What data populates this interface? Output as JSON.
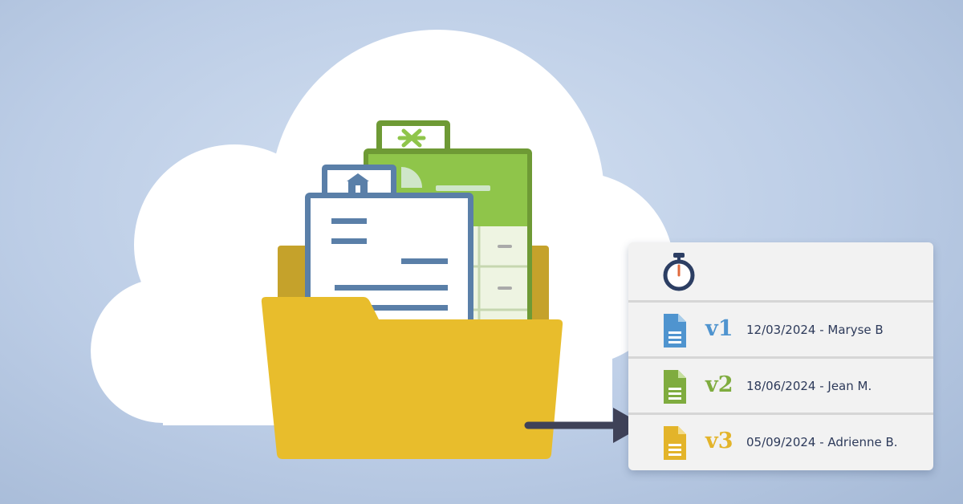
{
  "colors": {
    "cloud": "#ffffff",
    "folder": "#e8bd2c",
    "folder_back": "#c5a22b",
    "green_doc": "#6e9a35",
    "blue_doc": "#5a7fa8",
    "arrow": "#3f4258",
    "v1": "#4f94cf",
    "v2": "#7fac3f",
    "v3": "#e3b42a"
  },
  "icons": {
    "header": "stopwatch-icon",
    "travel_doc": "airplane-icon",
    "home_doc": "house-icon",
    "version_doc": "document-icon"
  },
  "versions": [
    {
      "label": "v1",
      "text": "12/03/2024 - Maryse B",
      "color": "#4f94cf"
    },
    {
      "label": "v2",
      "text": "18/06/2024 - Jean M.",
      "color": "#7fac3f"
    },
    {
      "label": "v3",
      "text": "05/09/2024 - Adrienne B.",
      "color": "#e3b42a"
    }
  ]
}
